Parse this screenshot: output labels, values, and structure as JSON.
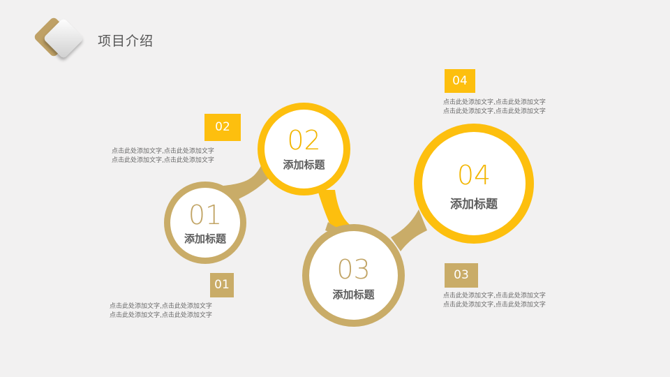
{
  "header": {
    "title": "项目介绍"
  },
  "colors": {
    "gold": "#c9ac68",
    "yellow": "#fdbf0e",
    "background": "#f2f1f1"
  },
  "steps": [
    {
      "number": "01",
      "title": "添加标题",
      "tag": "01",
      "desc": [
        "点击此处添加文字,点击此处添加文字",
        "点击此处添加文字,点击此处添加文字"
      ]
    },
    {
      "number": "02",
      "title": "添加标题",
      "tag": "02",
      "desc": [
        "点击此处添加文字,点击此处添加文字",
        "点击此处添加文字,点击此处添加文字"
      ]
    },
    {
      "number": "03",
      "title": "添加标题",
      "tag": "03",
      "desc": [
        "点击此处添加文字,点击此处添加文字",
        "点击此处添加文字,点击此处添加文字"
      ]
    },
    {
      "number": "04",
      "title": "添加标题",
      "tag": "04",
      "desc": [
        "点击此处添加文字,点击此处添加文字",
        "点击此处添加文字,点击此处添加文字"
      ]
    }
  ]
}
